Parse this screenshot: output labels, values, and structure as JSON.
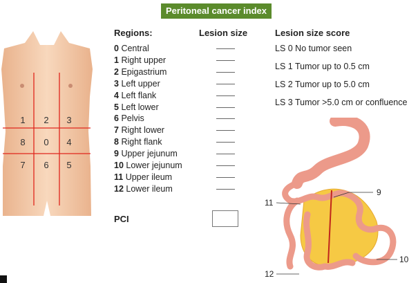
{
  "title": "Peritoneal cancer index",
  "headers": {
    "regions": "Regions:",
    "lesion_size": "Lesion size",
    "score": "Lesion size score"
  },
  "regions": [
    {
      "num": "0",
      "name": "Central"
    },
    {
      "num": "1",
      "name": "Right upper"
    },
    {
      "num": "2",
      "name": "Epigastrium"
    },
    {
      "num": "3",
      "name": "Left upper"
    },
    {
      "num": "4",
      "name": "Left flank"
    },
    {
      "num": "5",
      "name": "Left lower"
    },
    {
      "num": "6",
      "name": "Pelvis"
    },
    {
      "num": "7",
      "name": "Right lower"
    },
    {
      "num": "8",
      "name": "Right flank"
    },
    {
      "num": "9",
      "name": "Upper jejunum"
    },
    {
      "num": "10",
      "name": "Lower jejunum"
    },
    {
      "num": "11",
      "name": "Upper ileum"
    },
    {
      "num": "12",
      "name": "Lower ileum"
    }
  ],
  "scores": [
    "LS 0 No tumor seen",
    "LS 1 Tumor up to 0.5 cm",
    "LS 2 Tumor up to 5.0 cm",
    "LS 3 Tumor >5.0 cm or confluence"
  ],
  "pci_label": "PCI",
  "grid_numbers": [
    "1",
    "2",
    "3",
    "8",
    "0",
    "4",
    "7",
    "6",
    "5"
  ],
  "bowel_labels": {
    "l9": "9",
    "l10": "10",
    "l11": "11",
    "l12": "12"
  },
  "colors": {
    "title_bg": "#5b8b2c",
    "grid_line": "#e0261c",
    "skin": "#f3c9a6",
    "bowel": "#ec9a8a",
    "mesentery": "#f6c944"
  }
}
